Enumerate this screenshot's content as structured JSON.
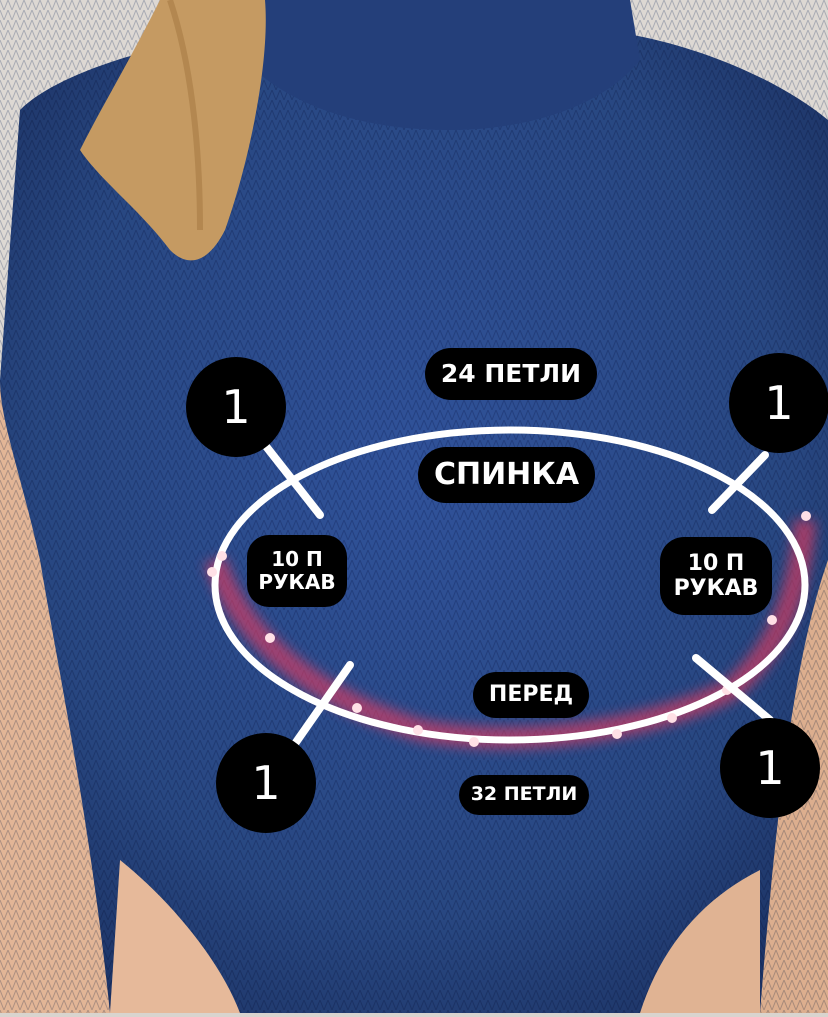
{
  "labels": {
    "top_count": "24 ПЕТЛИ",
    "back": "СПИНКА",
    "left_sleeve": "10 П\nРУКАВ",
    "right_sleeve": "10 П\nРУКАВ",
    "front": "ПЕРЕД",
    "bottom_count": "32 ПЕТЛИ"
  },
  "markers": {
    "top_left": "1",
    "top_right": "1",
    "bottom_left": "1",
    "bottom_right": "1"
  },
  "colors": {
    "sweater": "#2b4a8a",
    "guide_line": "#ffffff",
    "glow": "#ff3b5c",
    "label_bg": "#000000"
  }
}
